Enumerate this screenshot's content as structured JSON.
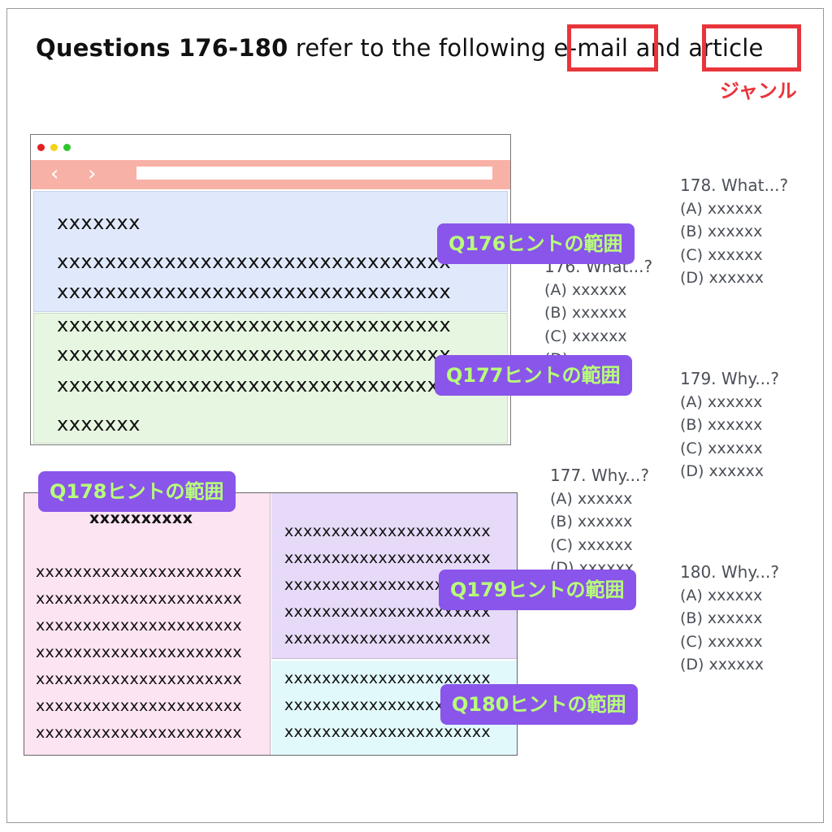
{
  "heading": {
    "bold_part": "Questions 176-180",
    "text_part": " refer to the following ",
    "doc1": "e-mail",
    "conj": " and ",
    "doc2": "article",
    "genre_label": "ジャンル"
  },
  "colors": {
    "highlight_red": "#e8353b",
    "badge_bg": "#8a55ea",
    "badge_text": "#b8ff79",
    "email_blue_pane": "#e0e9fb",
    "email_green_pane": "#e6f6e1",
    "article_pink_pane": "#fde4f3",
    "article_purple_pane": "#e6daf8",
    "article_cyan_pane": "#e2f9fb",
    "browser_bar": "#f8b1a6"
  },
  "email": {
    "nav_back": "‹",
    "nav_forward": "›",
    "blue_lines": [
      "xxxxxxx",
      "xxxxxxxxxxxxxxxxxxxxxxxxxxxxxxxxx",
      "xxxxxxxxxxxxxxxxxxxxxxxxxxxxxxxxx"
    ],
    "green_lines": [
      "xxxxxxxxxxxxxxxxxxxxxxxxxxxxxxxxx",
      "xxxxxxxxxxxxxxxxxxxxxxxxxxxxxxxxx",
      "xxxxxxxxxxxxxxxxxxxxxxxxxxxxxxxxx",
      "xxxxxxx"
    ]
  },
  "article": {
    "title": "xxxxxxxxxx",
    "left_lines": [
      "xxxxxxxxxxxxxxxxxxxxxx",
      "xxxxxxxxxxxxxxxxxxxxxx",
      "xxxxxxxxxxxxxxxxxxxxxx",
      "xxxxxxxxxxxxxxxxxxxxxx",
      "xxxxxxxxxxxxxxxxxxxxxx",
      "xxxxxxxxxxxxxxxxxxxxxx",
      "xxxxxxxxxxxxxxxxxxxxxx"
    ],
    "purple_lines": [
      "xxxxxxxxxxxxxxxxxxxxxx",
      "xxxxxxxxxxxxxxxxxxxxxx",
      "xxxxxxxxxxxxxxxxxxxxxx",
      "xxxxxxxxxxxxxxxxxxxxxx",
      "xxxxxxxxxxxxxxxxxxxxxx"
    ],
    "cyan_lines": [
      "xxxxxxxxxxxxxxxxxxxxxx",
      "xxxxxxxxxxxxxxxxxxxxxx",
      "xxxxxxxxxxxxxxxxxxxxxx"
    ]
  },
  "questions": [
    {
      "id": "q176",
      "title": "176. What...?",
      "options": [
        "(A) xxxxxx",
        "(B) xxxxxx",
        "(C) xxxxxx",
        "(D) xxxxxx"
      ]
    },
    {
      "id": "q177",
      "title": "177. Why...?",
      "options": [
        "(A) xxxxxx",
        "(B) xxxxxx",
        "(C) xxxxxx",
        "(D) xxxxxx"
      ]
    },
    {
      "id": "q178",
      "title": "178. What...?",
      "options": [
        "(A) xxxxxx",
        "(B) xxxxxx",
        "(C) xxxxxx",
        "(D) xxxxxx"
      ]
    },
    {
      "id": "q179",
      "title": "179. Why...?",
      "options": [
        "(A) xxxxxx",
        "(B) xxxxxx",
        "(C) xxxxxx",
        "(D) xxxxxx"
      ]
    },
    {
      "id": "q180",
      "title": "180. Why...?",
      "options": [
        "(A) xxxxxx",
        "(B) xxxxxx",
        "(C) xxxxxx",
        "(D) xxxxxx"
      ]
    }
  ],
  "badges": {
    "q176": "Q176ヒントの範囲",
    "q177": "Q177ヒントの範囲",
    "q178": "Q178ヒントの範囲",
    "q179": "Q179ヒントの範囲",
    "q180": "Q180ヒントの範囲"
  }
}
